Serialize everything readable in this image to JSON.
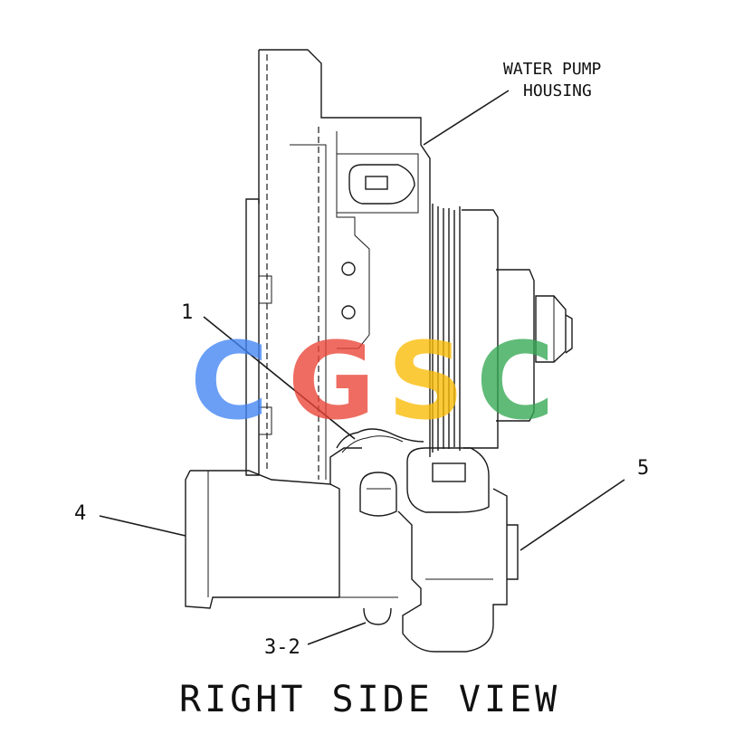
{
  "labels": {
    "water_pump_housing_line1": "WATER PUMP",
    "water_pump_housing_line2": "HOUSING",
    "callout_1": "1",
    "callout_4": "4",
    "callout_5": "5",
    "callout_3_2": "3-2",
    "view_title": "RIGHT SIDE VIEW"
  },
  "watermark": {
    "letters": [
      "C",
      "G",
      "S",
      "C"
    ],
    "colors": [
      "#4285F4",
      "#EA4335",
      "#FBBC05",
      "#34A853"
    ]
  }
}
